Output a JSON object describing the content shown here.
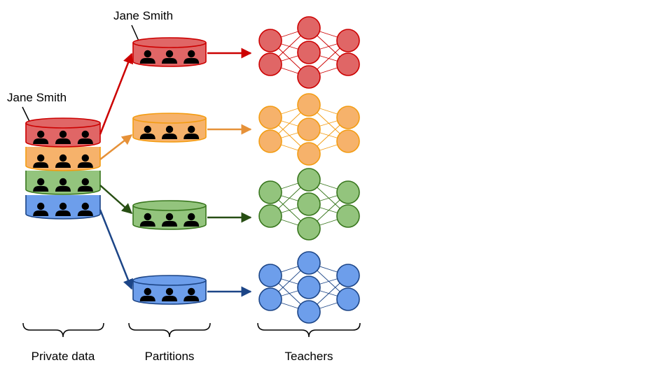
{
  "annotations": {
    "top_name": "Jane Smith",
    "left_name": "Jane Smith"
  },
  "section_labels": {
    "private_data": "Private data",
    "partitions": "Partitions",
    "teachers": "Teachers"
  },
  "colors": {
    "red": {
      "fill": "#e06666",
      "stroke": "#cc0000",
      "arrow": "#cc0000"
    },
    "orange": {
      "fill": "#f6b26b",
      "stroke": "#f39c12",
      "arrow": "#e69138"
    },
    "green": {
      "fill": "#93c47d",
      "stroke": "#38761d",
      "arrow": "#274e13"
    },
    "blue": {
      "fill": "#6d9eeb",
      "stroke": "#1c4587",
      "arrow": "#1c4587"
    }
  },
  "private_data_stack": [
    "red",
    "orange",
    "green",
    "blue"
  ],
  "partitions": [
    "red",
    "orange",
    "green",
    "blue"
  ],
  "teachers": [
    "red",
    "orange",
    "green",
    "blue"
  ],
  "icons": {
    "person": "person-icon",
    "brace": "curly-brace-icon"
  },
  "network_layers": [
    2,
    3,
    2
  ]
}
